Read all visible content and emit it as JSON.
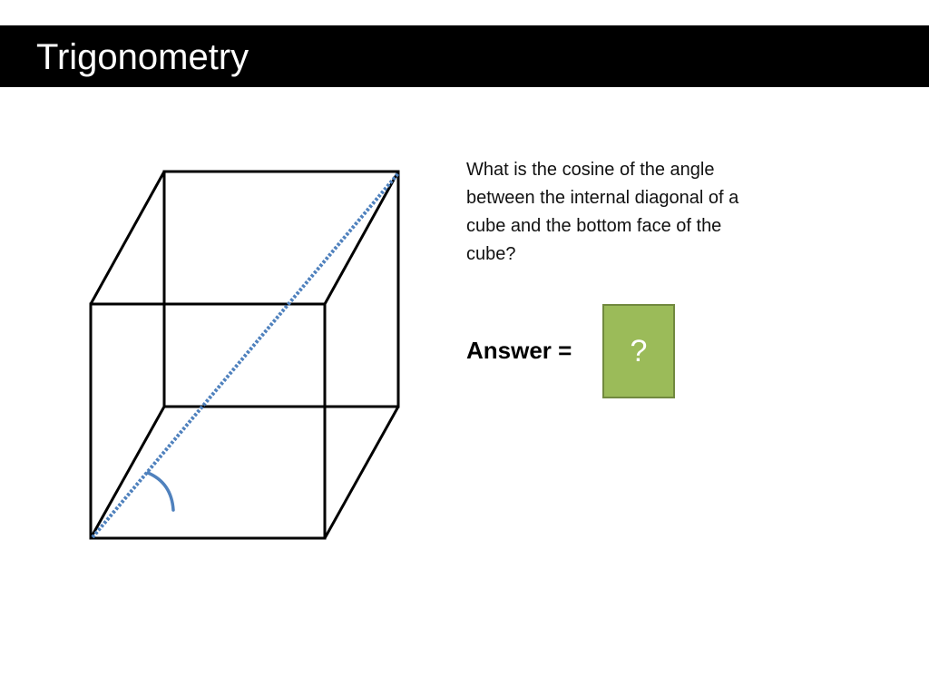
{
  "header": {
    "title": "Trigonometry"
  },
  "question": {
    "text": "What is the cosine of the angle between the internal diagonal of a cube and the bottom face of the cube?"
  },
  "answer": {
    "label": "Answer =",
    "reveal_text": "?",
    "box_color": "#9bbb59"
  },
  "figure": {
    "edge_color": "#000000",
    "diagonal_color": "#4f81bd",
    "angle_arc_color": "#4f81bd"
  }
}
